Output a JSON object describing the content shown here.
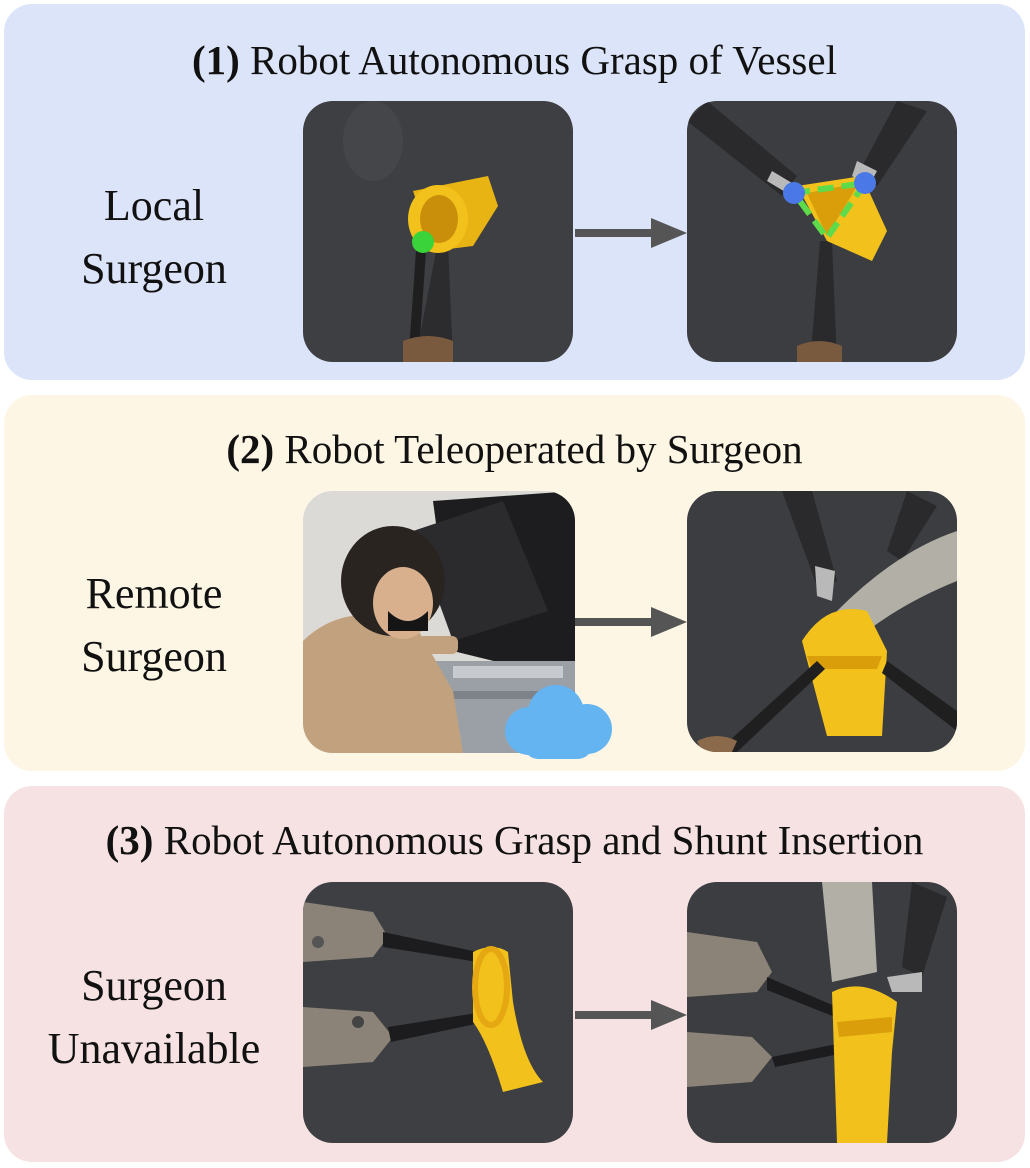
{
  "panels": [
    {
      "number": "(1)",
      "title": "Robot Autonomous Grasp of Vessel",
      "role_lines": [
        "Local",
        "Surgeon"
      ],
      "background": "#dbe4f8"
    },
    {
      "number": "(2)",
      "title": "Robot Teleoperated by Surgeon",
      "role_lines": [
        "Remote",
        "Surgeon"
      ],
      "background": "#fdf6e4"
    },
    {
      "number": "(3)",
      "title": "Robot Autonomous Grasp and Shunt Insertion",
      "role_lines": [
        "Surgeon",
        "Unavailable"
      ],
      "background": "#f6e2e2"
    }
  ],
  "colors": {
    "vessel": "#f2c11b",
    "grasp_point_single": "#3ad33a",
    "grasp_point_dual": "#4a78e6",
    "arrow": "#555555",
    "cloud": "#64b4f2"
  },
  "icons": [
    "right-arrow-icon",
    "cloud-icon"
  ]
}
